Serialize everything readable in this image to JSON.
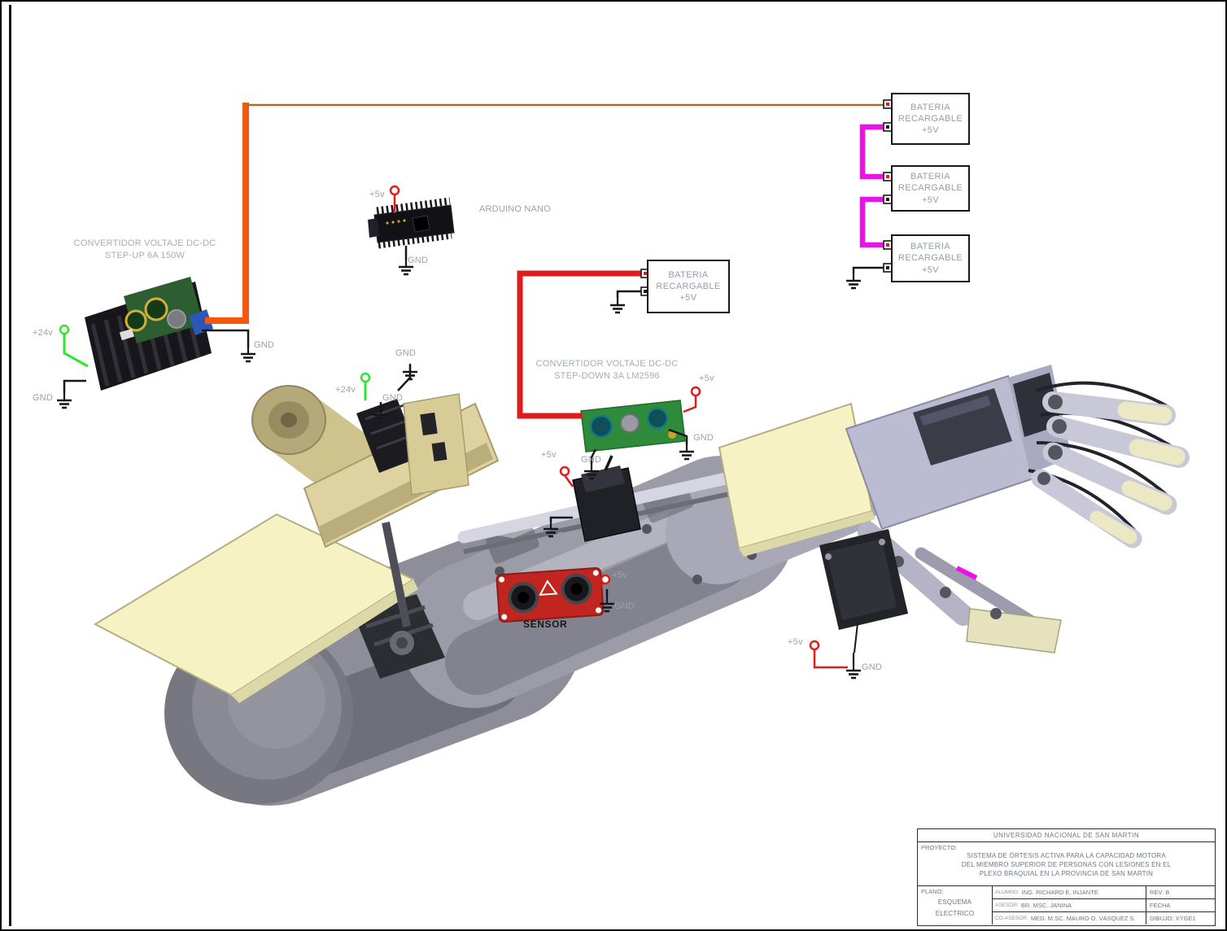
{
  "colors": {
    "wire_orange": "#f2590f",
    "wire_brown": "#aa6a2e",
    "wire_magenta": "#ee10ea",
    "wire_red": "#e01b1b",
    "wire_green": "#2ee52e",
    "wire_black": "#17171b",
    "label_gray": "#99a2ad",
    "panel_cream": "#f6f2c3",
    "arm_gray": "#9c9ca8"
  },
  "labels": {
    "gnd": "GND",
    "plus5v": "+5v",
    "plus24v": "+24v",
    "stepup_line1": "CONVERTIDOR VOLTAJE DC-DC",
    "stepup_line2": "STEP-UP 6A 150W",
    "stepdown_line1": "CONVERTIDOR VOLTAJE DC-DC",
    "stepdown_line2": "STEP-DOWN 3A LM2596",
    "arduino": "ARDUINO NANO",
    "sensor": "SENSOR"
  },
  "battery": {
    "line1": "BATERIA",
    "line2": "RECARGABLE",
    "line3": "+5V"
  },
  "titleblock": {
    "university": "UNIVERSIDAD NACIONAL DE SAN MARTIN",
    "project_label": "PROYECTO:",
    "project_line1": "SISTEMA DE ÓRTESIS ACTIVA PARA LA CAPACIDAD MOTORA",
    "project_line2": "DEL MIEMBRO SUPERIOR DE PERSONAS CON LESIONES EN EL",
    "project_line3": "PLEXO BRAQUIAL EN LA PROVINCIA DE SAN MARTIN",
    "plano_label": "PLANO:",
    "plano_line1": "ESQUEMA",
    "plano_line2": "ELECTRICO",
    "author_label": "ALUMNO:",
    "author": "ING. RICHARD E. INJANTE",
    "advisor_label": "ASESOR:",
    "advisor": "BR. MSC. JANINA",
    "coadvisor_label": "CO-ASESOR:",
    "coadvisor": "MED. M.SC. MAURO O. VÁSQUEZ S.",
    "rev": "REV: B",
    "fecha": "FECHA",
    "dibujo": "DIBUJO: XYGE1"
  }
}
